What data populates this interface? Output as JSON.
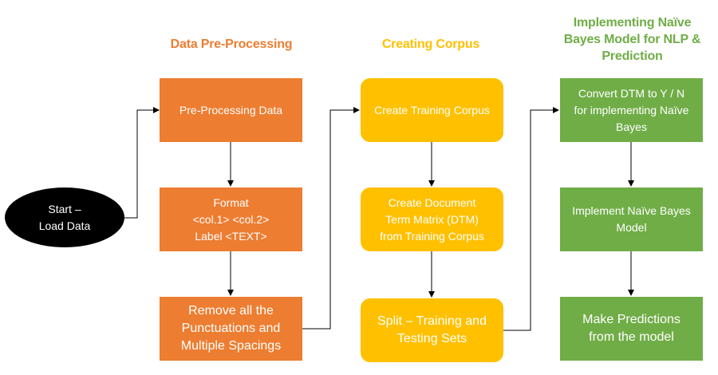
{
  "colors": {
    "orange": "#ED7D31",
    "yellow": "#FFC000",
    "green": "#70AD47",
    "start_fill": "#000000",
    "connector": "#000000"
  },
  "start": {
    "label": "Start –\nLoad Data"
  },
  "columns": [
    {
      "heading": "Data Pre-Processing",
      "color": "#ED7D31",
      "steps": [
        "Pre-Processing Data",
        "Format\n<col.1> <col.2>\nLabel <TEXT>",
        "Remove all the\nPunctuations and\nMultiple Spacings"
      ]
    },
    {
      "heading": "Creating Corpus",
      "color": "#FFC000",
      "steps": [
        "Create Training Corpus",
        "Create Document\nTerm Matrix (DTM)\nfrom Training Corpus",
        "Split – Training and\nTesting Sets"
      ]
    },
    {
      "heading": "Implementing Naïve\nBayes Model for NLP &\nPrediction",
      "color": "#70AD47",
      "steps": [
        "Convert DTM to Y / N\nfor implementing Naïve\nBayes",
        "Implement Naïve Bayes\nModel",
        "Make Predictions\nfrom the model"
      ]
    }
  ]
}
